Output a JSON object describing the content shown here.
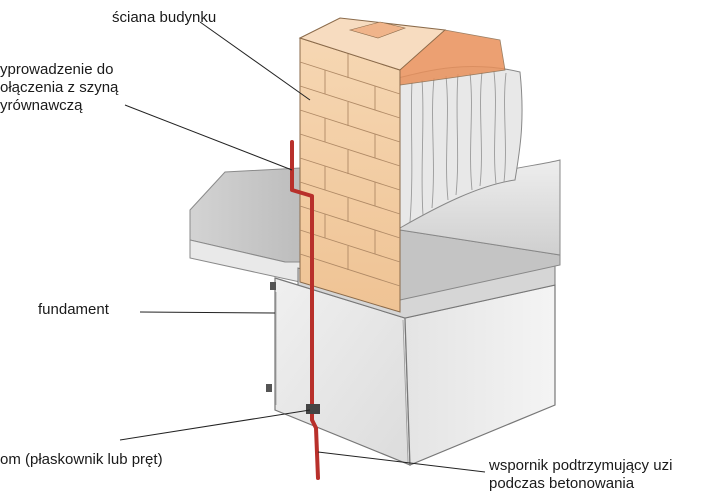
{
  "labels": {
    "wall": "ściana budynku",
    "connection_line1": "yprowadzenie do",
    "connection_line2": "ołączenia z szyną",
    "connection_line3": "yrównawczą",
    "foundation": "fundament",
    "earth_electrode": "om (płaskownik lub pręt)",
    "support_line1": "wspornik podtrzymujący uzi",
    "support_line2": "podczas betonowania"
  },
  "colors": {
    "conductor": "#b8302b",
    "brick": "#f2c79a",
    "brick_dark": "#e07a3a",
    "concrete": "#e6e6e6",
    "concrete_shadow": "#c9c9c9",
    "plaster": "#dcdcdc",
    "leader": "#222222"
  }
}
